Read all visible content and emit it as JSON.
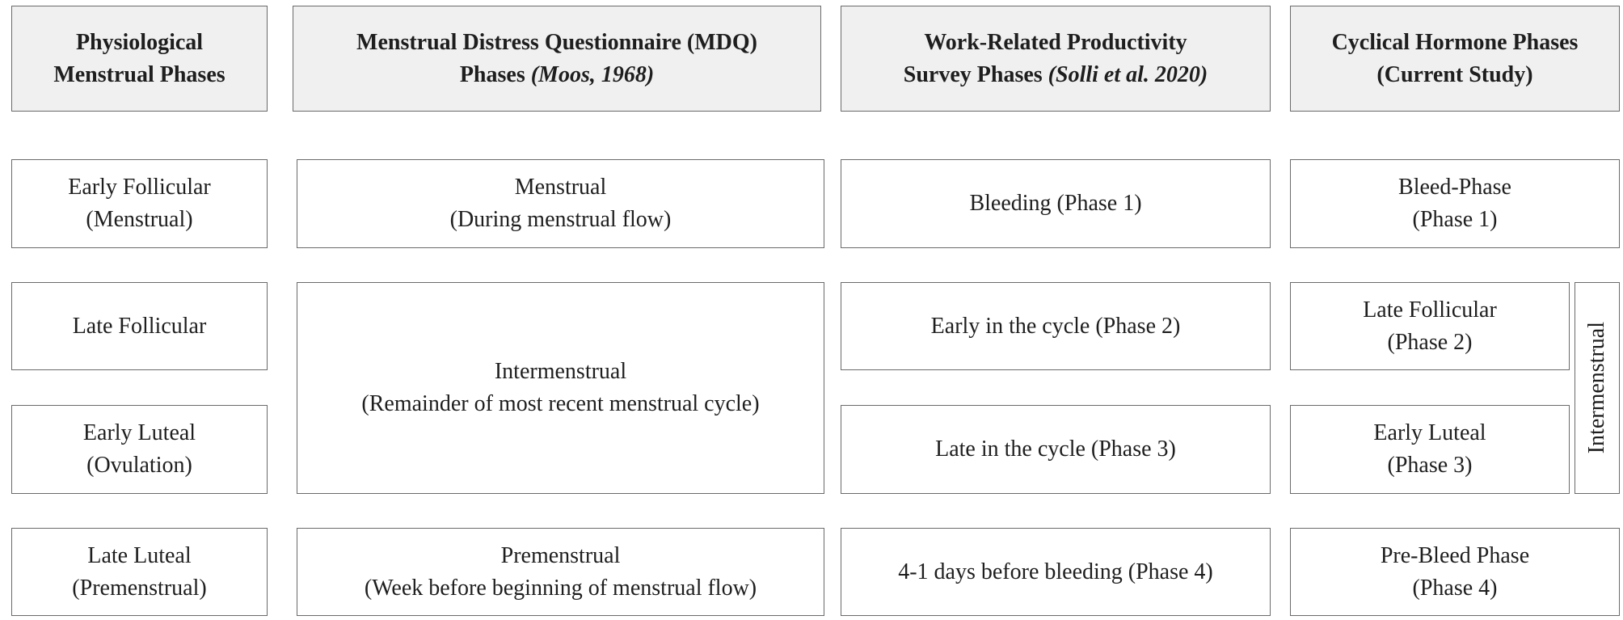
{
  "headers": {
    "physiological": {
      "line1": "Physiological",
      "line2": "Menstrual Phases"
    },
    "mdq": {
      "line1": "Menstrual Distress Questionnaire (MDQ)",
      "line2_plain": "Phases ",
      "line2_italic": "(Moos, 1968)"
    },
    "work": {
      "line1": "Work-Related Productivity",
      "line2_plain": "Survey Phases ",
      "line2_italic": "(Solli et al. 2020)"
    },
    "cyclical": {
      "line1": "Cyclical Hormone Phases",
      "line2": "(Current Study)"
    }
  },
  "physiological": [
    {
      "line1": "Early Follicular",
      "line2": "(Menstrual)"
    },
    {
      "line1": "Late Follicular",
      "line2": ""
    },
    {
      "line1": "Early Luteal",
      "line2": "(Ovulation)"
    },
    {
      "line1": "Late Luteal",
      "line2": "(Premenstrual)"
    }
  ],
  "mdq": [
    {
      "line1": "Menstrual",
      "line2": "(During menstrual flow)"
    },
    {
      "line1": "Intermenstrual",
      "line2": "(Remainder of most recent menstrual cycle)"
    },
    {
      "line1": "Premenstrual",
      "line2": "(Week before beginning of menstrual flow)"
    }
  ],
  "work": [
    {
      "line1": "Bleeding (Phase 1)"
    },
    {
      "line1": "Early in the cycle (Phase 2)"
    },
    {
      "line1": "Late in the cycle (Phase 3)"
    },
    {
      "line1": "4-1 days before bleeding (Phase 4)"
    }
  ],
  "cyclical": [
    {
      "line1": "Bleed-Phase",
      "line2": "(Phase 1)"
    },
    {
      "line1": "Late Follicular",
      "line2": "(Phase 2)"
    },
    {
      "line1": "Early Luteal",
      "line2": "(Phase 3)"
    },
    {
      "line1": "Pre-Bleed Phase",
      "line2": "(Phase 4)"
    }
  ],
  "intermenstrual_bracket": "Intermenstrual"
}
